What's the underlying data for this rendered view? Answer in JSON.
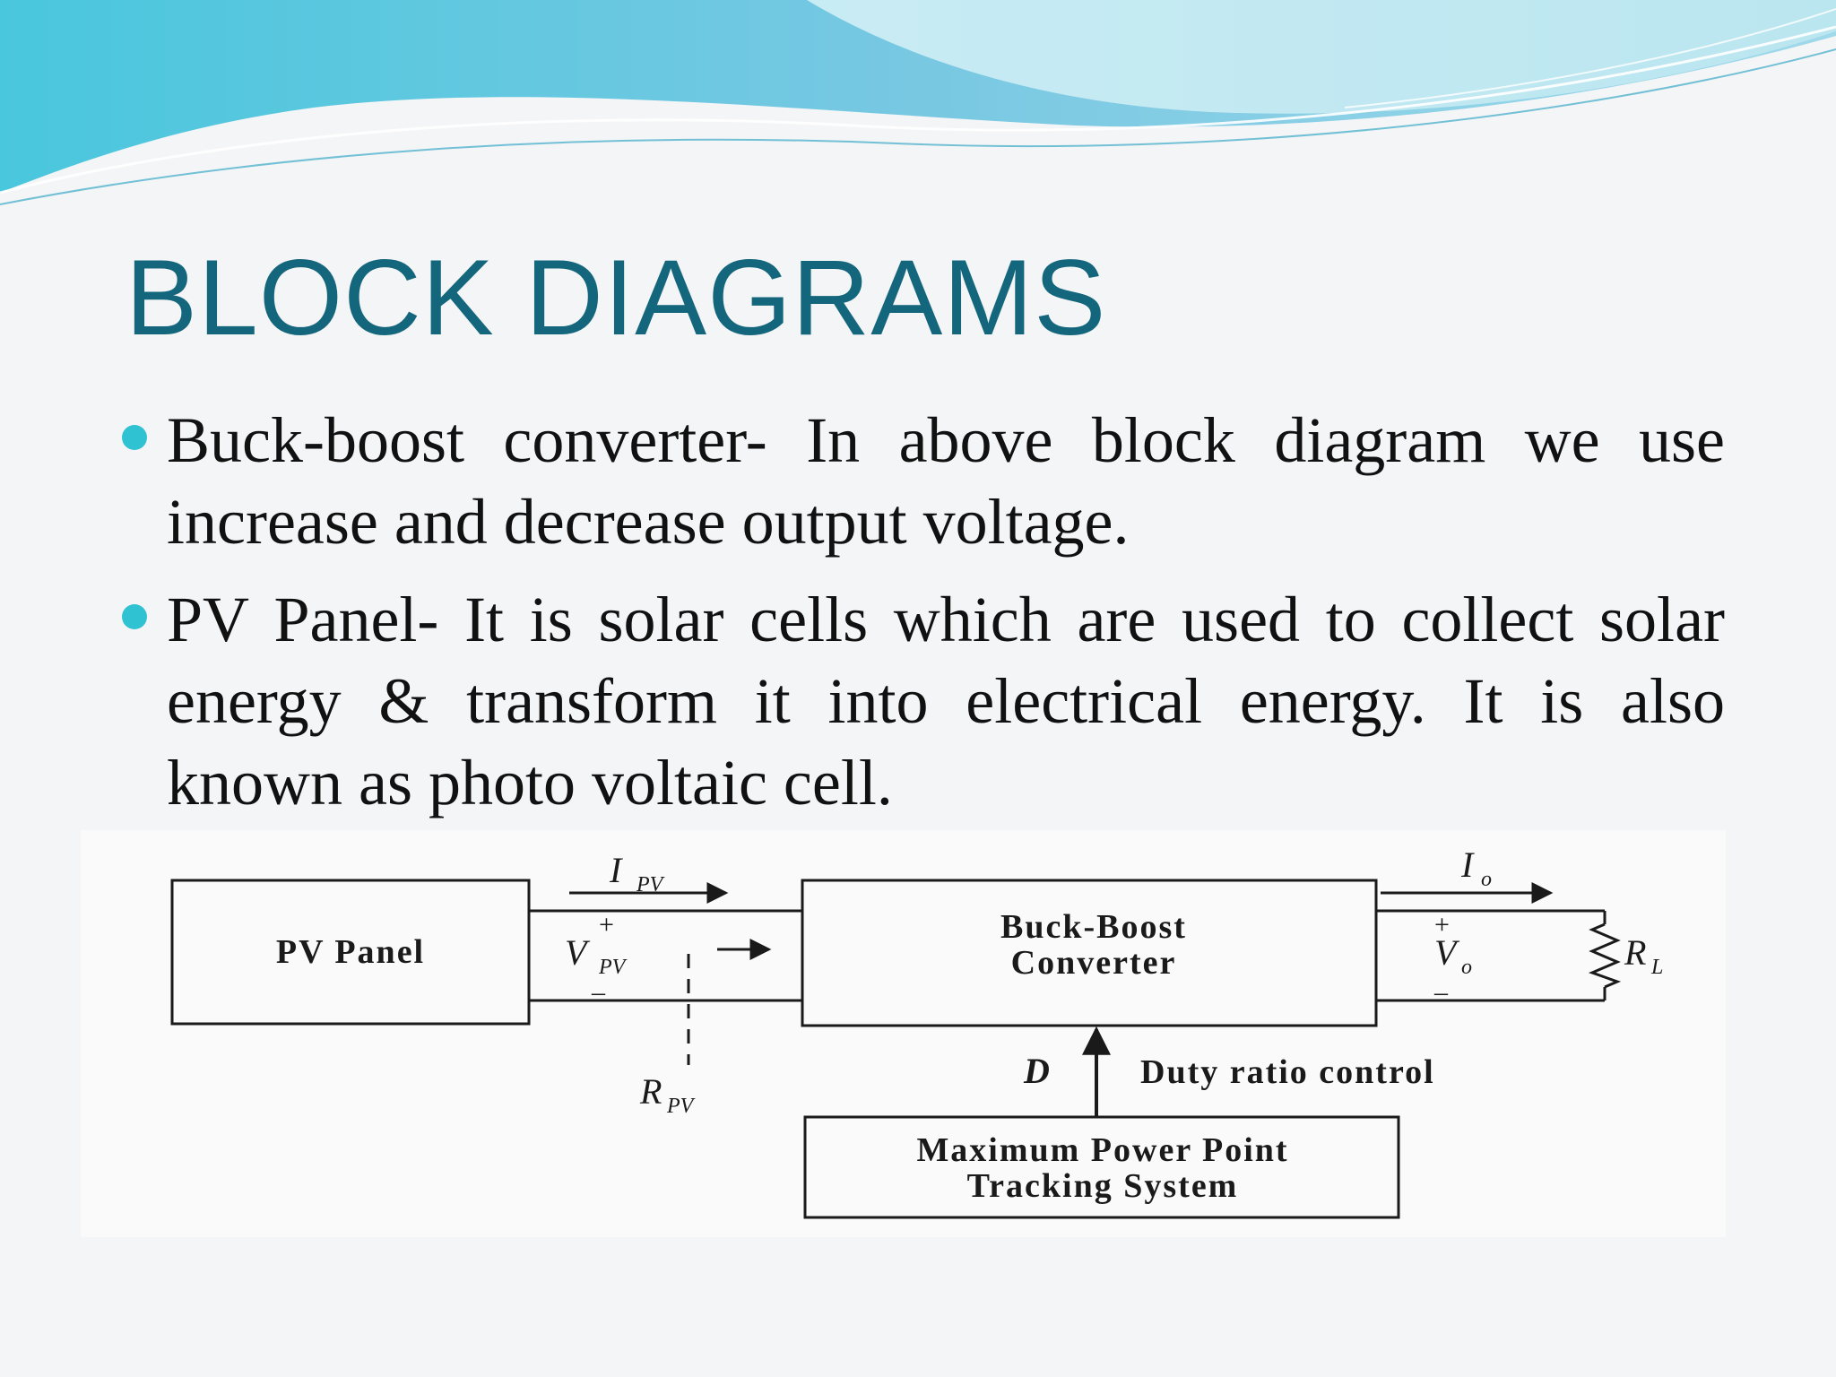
{
  "slide": {
    "title": "BLOCK DIAGRAMS",
    "accent_color": "#14667c",
    "bullet_color": "#2fc2d3"
  },
  "bullets": [
    {
      "text": "Buck-boost converter- In above block diagram we use increase and decrease output voltage."
    },
    {
      "text": "PV Panel- It is solar cells which are used to collect solar energy & transform it into electrical energy. It is also known as photo voltaic cell."
    }
  ],
  "diagram": {
    "blocks": {
      "pv_panel": "PV Panel",
      "converter_line1": "Buck-Boost",
      "converter_line2": "Converter",
      "mppt_line1": "Maximum Power Point",
      "mppt_line2": "Tracking System"
    },
    "labels": {
      "ipv_main": "I",
      "ipv_sub": "PV",
      "vpv_main": "V",
      "vpv_sub": "PV",
      "rpv_main": "R",
      "rpv_sub": "PV",
      "io_main": "I",
      "io_sub": "o",
      "vo_main": "V",
      "vo_sub": "o",
      "rl_main": "R",
      "rl_sub": "L",
      "d": "D",
      "duty": "Duty ratio control",
      "plus": "+",
      "minus": "–"
    }
  }
}
